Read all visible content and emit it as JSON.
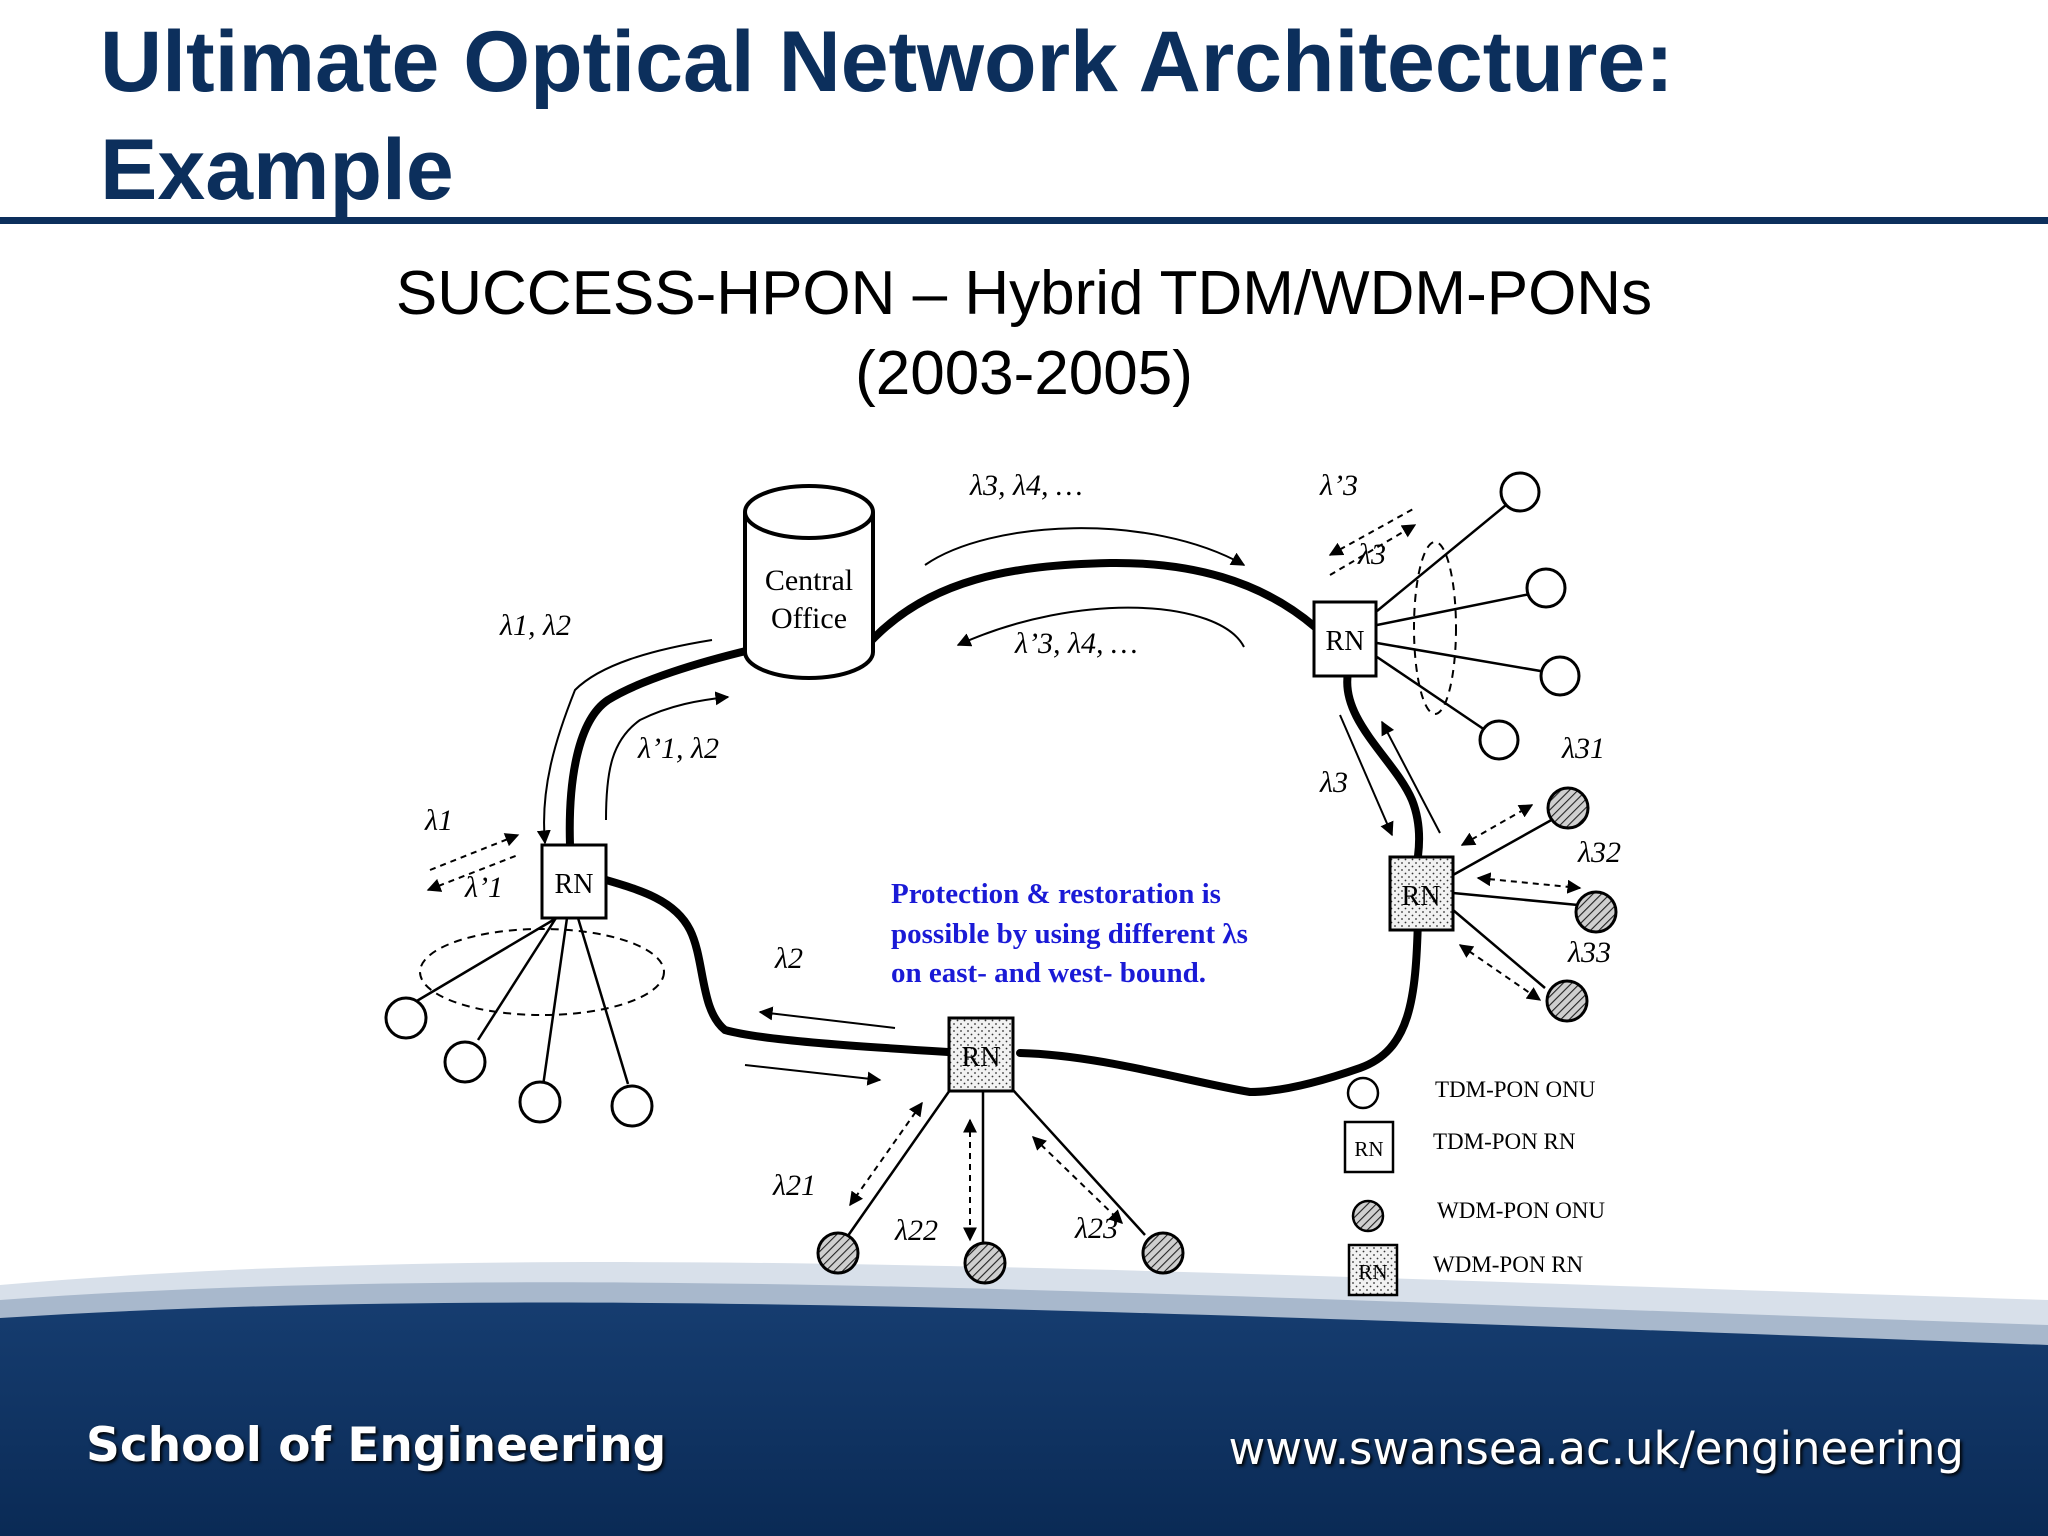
{
  "slide": {
    "title_line1": "Ultimate Optical Network Architecture:",
    "title_line2": "Example",
    "subtitle_line1": "SUCCESS-HPON – Hybrid TDM/WDM-PONs",
    "subtitle_line2": "(2003-2005)"
  },
  "diagram": {
    "central_office_line1": "Central",
    "central_office_line2": "Office",
    "rn_label": "RN",
    "protection_line1": "Protection & restoration is",
    "protection_line2": "possible by using different λs",
    "protection_line3": "on east- and west- bound.",
    "lambda_labels": {
      "top_forward": "λ3, λ4, …",
      "top_return": "λ’3, λ4, …",
      "left_in": "λ1, λ2",
      "left_out": "λ’1, λ2",
      "rn_left_down": "λ1",
      "rn_left_up": "λ’1",
      "rn_top_up": "λ’3",
      "rn_top_down": "λ3",
      "right_down": "λ3",
      "wdm_right_1": "λ31",
      "wdm_right_2": "λ32",
      "wdm_right_3": "λ33",
      "bottom_left": "λ2",
      "wdm_bottom_1": "λ21",
      "wdm_bottom_2": "λ22",
      "wdm_bottom_3": "λ23"
    },
    "legend": [
      {
        "symbol": "tdm-onu",
        "label": "TDM-PON ONU"
      },
      {
        "symbol": "tdm-rn",
        "label": "TDM-PON RN"
      },
      {
        "symbol": "wdm-onu",
        "label": "WDM-PON ONU"
      },
      {
        "symbol": "wdm-rn",
        "label": "WDM-PON RN"
      }
    ],
    "colors": {
      "protection_text": "#1a1ad6",
      "title": "#0c2f5c",
      "footer": "#0a2a55"
    }
  },
  "footer": {
    "school": "School of Engineering",
    "url": "www.swansea.ac.uk/engineering"
  }
}
